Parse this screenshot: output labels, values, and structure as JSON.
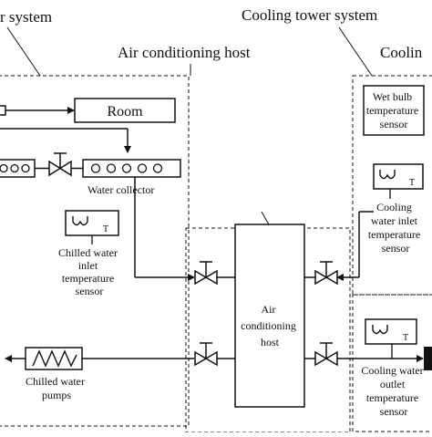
{
  "labels": {
    "chilled_water_system_partial": "r system",
    "cooling_tower_system": "Cooling tower system",
    "cooling_partial": "Coolin",
    "air_conditioning_host_title": "Air conditioning host",
    "room": "Room",
    "water_collector": "Water collector",
    "chilled_water_sensor": [
      "Chilled water",
      "inlet",
      "temperature",
      "sensor"
    ],
    "chilled_water_pumps": [
      "Chilled water",
      "pumps"
    ],
    "host_box": [
      "Air",
      "conditioning",
      "host"
    ],
    "wet_bulb_sensor": [
      "Wet bulb",
      "temperature",
      "sensor"
    ],
    "cooling_inlet_sensor": [
      "Cooling",
      "water inlet",
      "temperature",
      "sensor"
    ],
    "cooling_outlet_sensor": [
      "Cooling water",
      "outlet",
      "temperature",
      "sensor"
    ],
    "sensor_glyph": "T"
  },
  "colors": {
    "line": "#111111",
    "background": "#ffffff"
  },
  "icons": {
    "valve": "gate-valve-icon",
    "sensor": "thermometer-sensor-icon",
    "heat_exchanger": "coil-icon"
  }
}
